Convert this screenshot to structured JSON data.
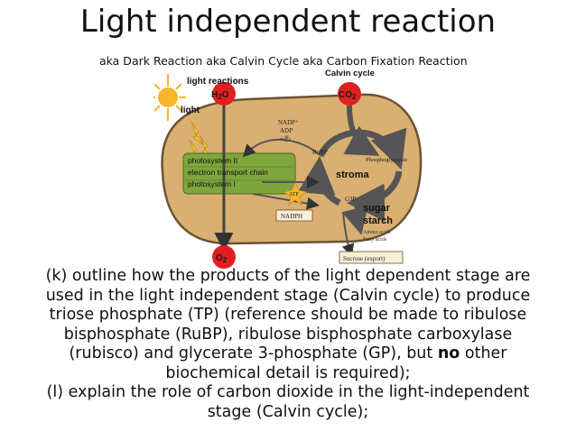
{
  "header": {
    "title": "Light independent reaction",
    "subtitle": "aka Dark Reaction aka Calvin Cycle aka Carbon Fixation Reaction"
  },
  "diagram": {
    "labels": {
      "calvin_cycle": "Calvin cycle",
      "light_reactions": "light reactions",
      "light": "light",
      "h2o_h": "H",
      "h2o_2": "2",
      "h2o_o": "O",
      "co2_co": "CO",
      "co2_2": "2",
      "o2_o": "O",
      "o2_2": "2",
      "nadp": "NADP⁺",
      "adp": "ADP",
      "pi": "+Ⓟᵢ",
      "rubp": "RuBP",
      "phosphoglycerate": "Phosphoglycerate",
      "stroma": "stroma",
      "psii": "photosystem II",
      "etc": "electron transport chain",
      "psi": "photosystem I",
      "atp": "ATP",
      "nadph": "NADPH",
      "g3p": "G3P",
      "sugar": "sugar",
      "starch": "starch",
      "amino_acids": "Amino acids",
      "fatty_acids": "Fatty acids",
      "sucrose": "Sucrose (export)"
    },
    "colors": {
      "chloroplast_fill": "#d9b071",
      "chloroplast_stroke": "#6e5233",
      "thylakoid": "#7ea63c",
      "red_circle": "#e02020",
      "sun": "#f6b52b",
      "cycle_arrow": "#555555"
    }
  },
  "body": {
    "objective_k_1": "(k) outline how the products of the light dependent stage are",
    "objective_k_2": "used in the light independent stage (Calvin cycle) to produce",
    "objective_k_3": "triose phosphate (TP) (reference should be made to ribulose",
    "objective_k_4": "bisphosphate (RuBP), ribulose bisphosphate carboxylase",
    "objective_k_5": "(rubisco) and glycerate 3-phosphate (GP), but ",
    "objective_k_5_bold": "no",
    "objective_k_5_end": " other",
    "objective_k_6": "biochemical detail is required);",
    "objective_l_1": "(l) explain the role of carbon dioxide in the light-independent",
    "objective_l_2": "stage (Calvin cycle);"
  }
}
